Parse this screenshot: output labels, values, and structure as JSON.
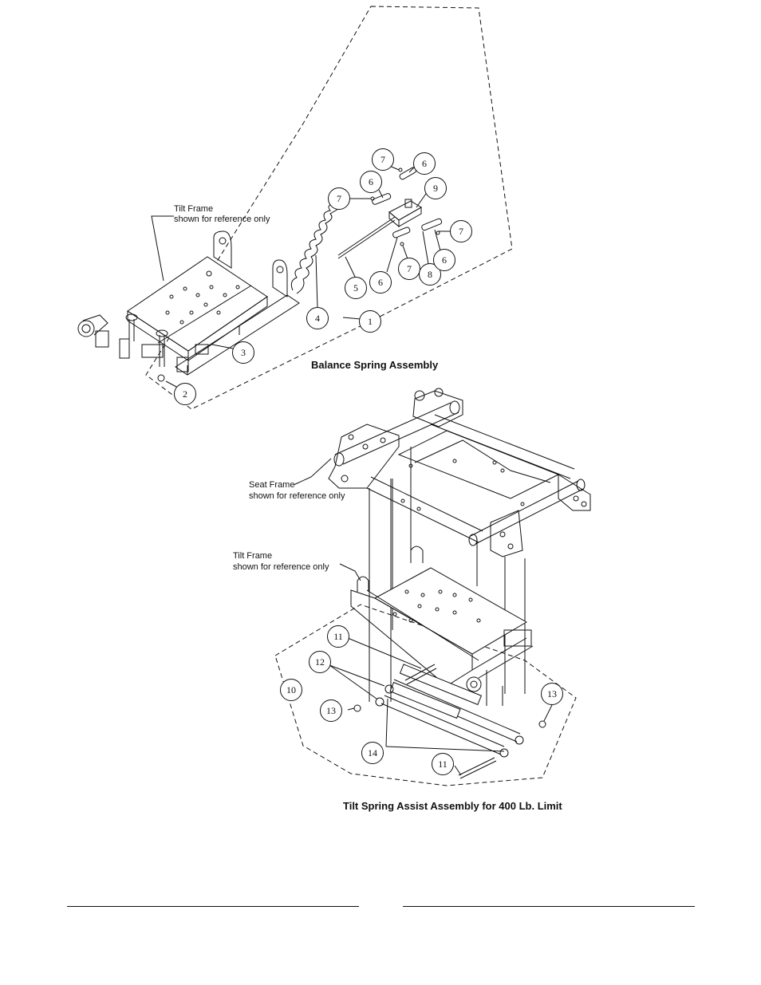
{
  "balance": {
    "title": "Balance Spring Assembly",
    "ref_line1": "Tilt Frame",
    "ref_line2": "shown for reference only",
    "callouts": [
      "7",
      "6",
      "6",
      "7",
      "9",
      "7",
      "7",
      "8",
      "6",
      "6",
      "5",
      "4",
      "1",
      "3",
      "2"
    ]
  },
  "tilt": {
    "title": "Tilt Spring Assist Assembly for 400 Lb. Limit",
    "seat_line1": "Seat Frame",
    "seat_line2": "shown for reference only",
    "tilt_line1": "Tilt Frame",
    "tilt_line2": "shown for reference only",
    "callouts": [
      "11",
      "12",
      "10",
      "13",
      "14",
      "11",
      "13"
    ]
  },
  "colors": {
    "ink": "#111111",
    "paper": "#ffffff"
  }
}
